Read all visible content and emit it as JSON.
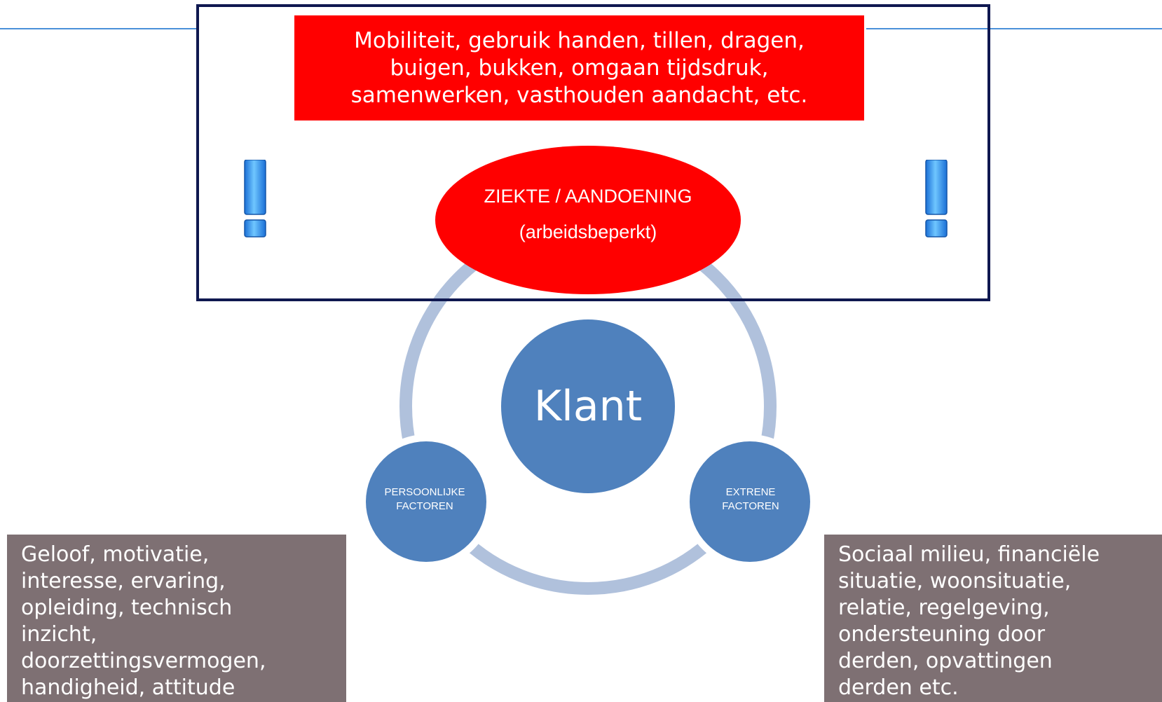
{
  "top_box": {
    "text": "Mobiliteit, gebruik handen, tillen, dragen,\nbuigen, bukken, omgaan tijdsdruk,\nsamenwerken, vasthouden aandacht, etc."
  },
  "center_ellipse": {
    "line1": "ZIEKTE / AANDOENING",
    "line2": "(arbeidsbeperkt)"
  },
  "center_circle": {
    "label": "Klant"
  },
  "left_circle": {
    "line1": "PERSOONLIJKE",
    "line2": "FACTOREN"
  },
  "right_circle": {
    "line1": "EXTRENE",
    "line2": "FACTOREN"
  },
  "left_box": {
    "text": "Geloof, motivatie,\ninteresse, ervaring,\nopleiding, technisch\ninzicht,\ndoorzettingsvermogen,\nhandigheid, attitude"
  },
  "right_box": {
    "text": "Sociaal milieu, financiële\nsituatie, woonsituatie,\nrelatie, regelgeving,\nondersteuning door\nderden, opvattingen\nderden etc."
  },
  "icons": {
    "left": "exclamation-icon",
    "right": "exclamation-icon"
  },
  "colors": {
    "red": "#ff0000",
    "circle_blue": "#4f81bd",
    "ring_blue": "#b0c1dc",
    "frame_navy": "#0f1850",
    "grey_box": "#7e7073",
    "rule_blue": "#4a90d9"
  }
}
